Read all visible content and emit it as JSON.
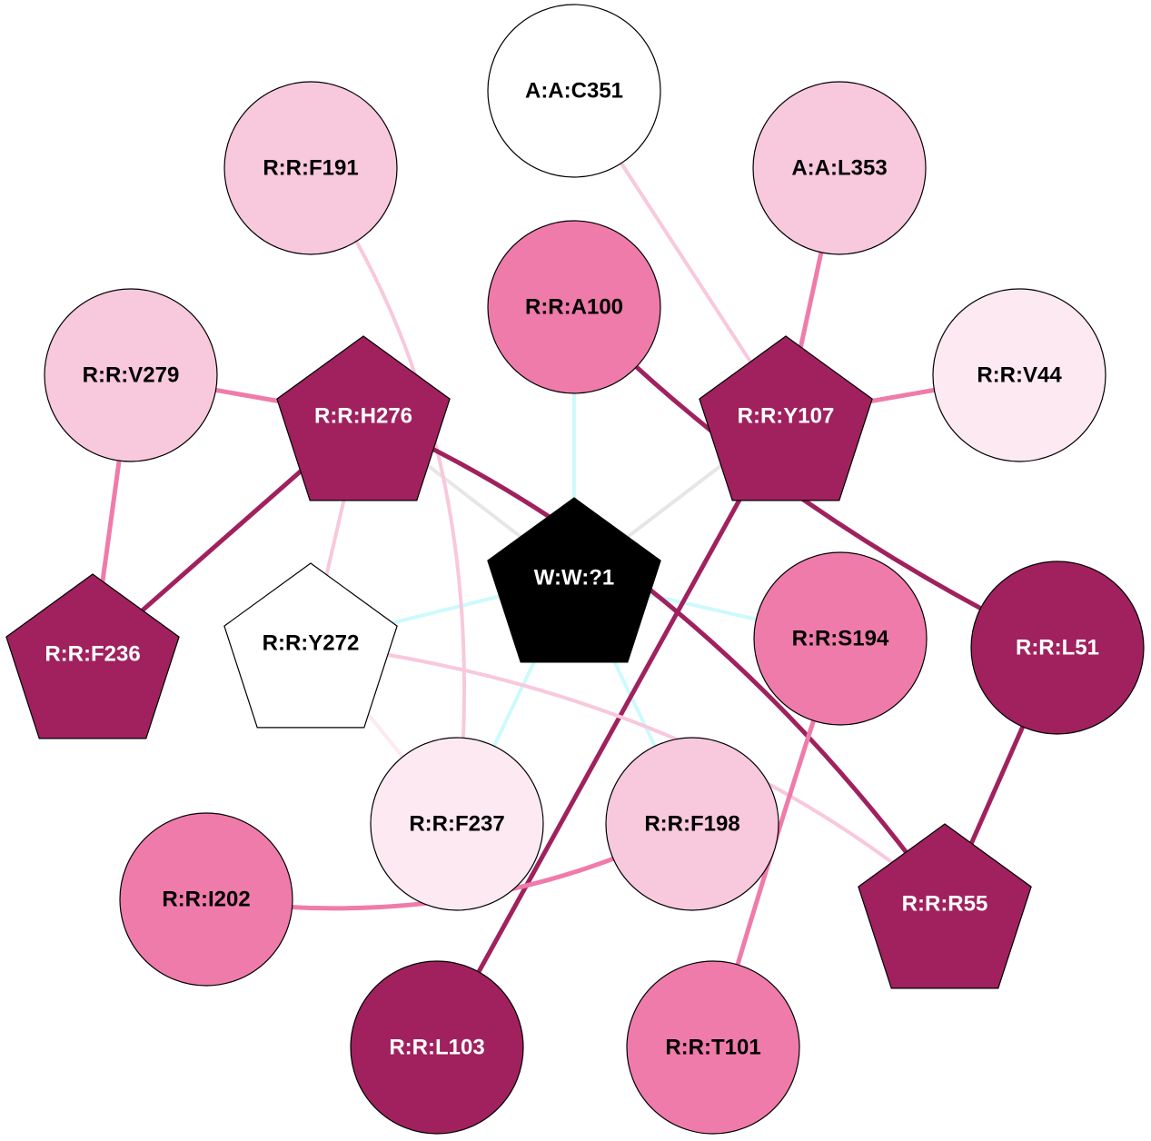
{
  "colors": {
    "dark": "#a0215e",
    "mid": "#ef7bab",
    "light": "#f8c8dc",
    "pale": "#fce9f1",
    "white": "#ffffff",
    "black": "#000000",
    "cyan": "#cdfafc",
    "gray": "#e6e6e6"
  },
  "nodes": [
    {
      "id": "W:W:?1",
      "label": "W:W:?1",
      "shape": "pentagon",
      "fill": "#000000",
      "text": "#ffffff"
    },
    {
      "id": "A:A:C351",
      "label": "A:A:C351",
      "shape": "circle",
      "fill": "#ffffff",
      "text": "#000000"
    },
    {
      "id": "R:R:F191",
      "label": "R:R:F191",
      "shape": "circle",
      "fill": "#f8c8dc",
      "text": "#000000"
    },
    {
      "id": "A:A:L353",
      "label": "A:A:L353",
      "shape": "circle",
      "fill": "#f8c8dc",
      "text": "#000000"
    },
    {
      "id": "R:R:A100",
      "label": "R:R:A100",
      "shape": "circle",
      "fill": "#ef7bab",
      "text": "#000000"
    },
    {
      "id": "R:R:V279",
      "label": "R:R:V279",
      "shape": "circle",
      "fill": "#f8c8dc",
      "text": "#000000"
    },
    {
      "id": "R:R:H276",
      "label": "R:R:H276",
      "shape": "pentagon",
      "fill": "#a0215e",
      "text": "#ffffff"
    },
    {
      "id": "R:R:Y107",
      "label": "R:R:Y107",
      "shape": "pentagon",
      "fill": "#a0215e",
      "text": "#ffffff"
    },
    {
      "id": "R:R:V44",
      "label": "R:R:V44",
      "shape": "circle",
      "fill": "#fce9f1",
      "text": "#000000"
    },
    {
      "id": "R:R:F236",
      "label": "R:R:F236",
      "shape": "pentagon",
      "fill": "#a0215e",
      "text": "#ffffff"
    },
    {
      "id": "R:R:Y272",
      "label": "R:R:Y272",
      "shape": "pentagon",
      "fill": "#ffffff",
      "text": "#000000"
    },
    {
      "id": "R:R:S194",
      "label": "R:R:S194",
      "shape": "circle",
      "fill": "#ef7bab",
      "text": "#000000"
    },
    {
      "id": "R:R:L51",
      "label": "R:R:L51",
      "shape": "circle",
      "fill": "#a0215e",
      "text": "#ffffff"
    },
    {
      "id": "R:R:F237",
      "label": "R:R:F237",
      "shape": "circle",
      "fill": "#fce9f1",
      "text": "#000000"
    },
    {
      "id": "R:R:F198",
      "label": "R:R:F198",
      "shape": "circle",
      "fill": "#f8c8dc",
      "text": "#000000"
    },
    {
      "id": "R:R:R55",
      "label": "R:R:R55",
      "shape": "pentagon",
      "fill": "#a0215e",
      "text": "#ffffff"
    },
    {
      "id": "R:R:I202",
      "label": "R:R:I202",
      "shape": "circle",
      "fill": "#ef7bab",
      "text": "#000000"
    },
    {
      "id": "R:R:L103",
      "label": "R:R:L103",
      "shape": "circle",
      "fill": "#a0215e",
      "text": "#ffffff"
    },
    {
      "id": "R:R:T101",
      "label": "R:R:T101",
      "shape": "circle",
      "fill": "#ef7bab",
      "text": "#000000"
    }
  ],
  "edges": [
    {
      "source": "W:W:?1",
      "target": "R:R:A100",
      "color": "#cdfafc"
    },
    {
      "source": "W:W:?1",
      "target": "R:R:H276",
      "color": "#e6e6e6"
    },
    {
      "source": "W:W:?1",
      "target": "R:R:Y107",
      "color": "#e6e6e6"
    },
    {
      "source": "W:W:?1",
      "target": "R:R:Y272",
      "color": "#cdfafc"
    },
    {
      "source": "W:W:?1",
      "target": "R:R:S194",
      "color": "#cdfafc"
    },
    {
      "source": "W:W:?1",
      "target": "R:R:F237",
      "color": "#cdfafc"
    },
    {
      "source": "W:W:?1",
      "target": "R:R:F198",
      "color": "#cdfafc"
    },
    {
      "source": "A:A:C351",
      "target": "R:R:Y107",
      "color": "#f8c8dc"
    },
    {
      "source": "R:R:F191",
      "target": "R:R:F237",
      "color": "#f8c8dc"
    },
    {
      "source": "A:A:L353",
      "target": "R:R:Y107",
      "color": "#ef7bab"
    },
    {
      "source": "R:R:A100",
      "target": "R:R:L51",
      "color": "#a0215e"
    },
    {
      "source": "R:R:V279",
      "target": "R:R:H276",
      "color": "#ef7bab"
    },
    {
      "source": "R:R:V279",
      "target": "R:R:F236",
      "color": "#ef7bab"
    },
    {
      "source": "R:R:H276",
      "target": "R:R:F236",
      "color": "#a0215e"
    },
    {
      "source": "R:R:H276",
      "target": "R:R:Y272",
      "color": "#f8c8dc"
    },
    {
      "source": "R:R:H276",
      "target": "R:R:R55",
      "color": "#a0215e"
    },
    {
      "source": "R:R:Y107",
      "target": "R:R:V44",
      "color": "#ef7bab"
    },
    {
      "source": "R:R:Y107",
      "target": "R:R:L103",
      "color": "#a0215e"
    },
    {
      "source": "R:R:Y272",
      "target": "R:R:F237",
      "color": "#fce9f1"
    },
    {
      "source": "R:R:Y272",
      "target": "R:R:R55",
      "color": "#f8c8dc"
    },
    {
      "source": "R:R:S194",
      "target": "R:R:T101",
      "color": "#ef7bab"
    },
    {
      "source": "R:R:L51",
      "target": "R:R:R55",
      "color": "#a0215e"
    },
    {
      "source": "R:R:F198",
      "target": "R:R:I202",
      "color": "#ef7bab"
    }
  ]
}
